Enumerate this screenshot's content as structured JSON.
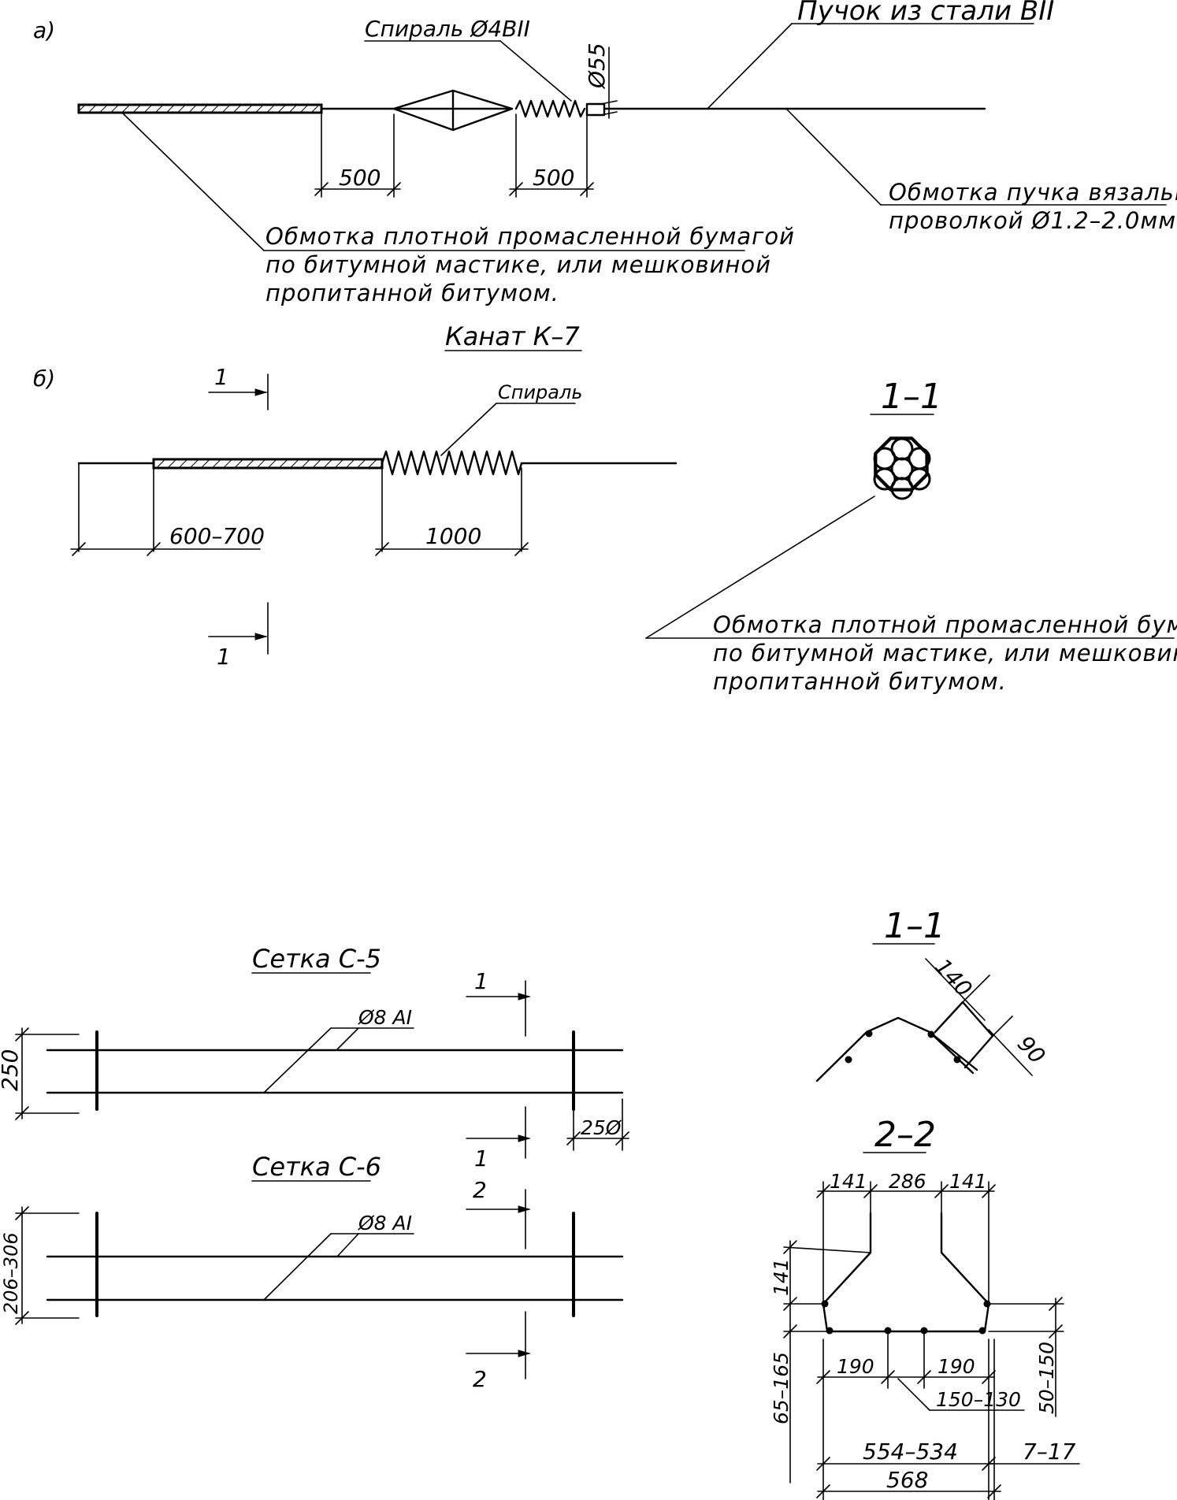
{
  "a": {
    "letter": "а)",
    "spiral_label": "Спираль Ø4BII",
    "bundle_label": "Пучок из стали BII",
    "dia_label": "Ø55",
    "dim1": "500",
    "dim2": "500",
    "bundle_wrap": [
      "Обмотка пучка вязальной",
      "проволкой Ø1.2–2.0мм"
    ],
    "paper_wrap": [
      "Обмотка плотной промасленной бумагой",
      "по битумной мастике, или мешковиной",
      "пропитанной битумом."
    ]
  },
  "b": {
    "title": "Канат К–7",
    "letter": "б)",
    "spiral_label": "Спираль",
    "section_mark_top": "1",
    "section_mark_bottom": "1",
    "dim1": "600–700",
    "dim2": "1000",
    "section_title": "1–1",
    "paper_wrap": [
      "Обмотка плотной промасленной бумагой",
      "по битумной мастике, или мешковиной",
      "пропитанной битумом."
    ]
  },
  "c5": {
    "title": "Сетка С-5",
    "bar_label": "Ø8 AI",
    "dim_height": "250",
    "dim_end": "25Ø",
    "mark_top": "1",
    "mark_bottom": "1"
  },
  "c6": {
    "title": "Сетка С-6",
    "bar_label": "Ø8 AI",
    "dim_height": "206–306",
    "mark_top": "2",
    "mark_bottom": "2"
  },
  "sec11": {
    "title": "1–1",
    "dim1": "140",
    "dim2": "90"
  },
  "sec22": {
    "title": "2–2",
    "top_left": "141",
    "top_mid": "286",
    "top_right": "141",
    "left_upper": "141",
    "left_lower": "65–165",
    "right": "50–150",
    "inner_left": "190",
    "inner_right": "190",
    "inner_mid": "150–130",
    "bottom_inner": "554–534",
    "bottom_outer": "568",
    "bottom_right": "7–17"
  }
}
